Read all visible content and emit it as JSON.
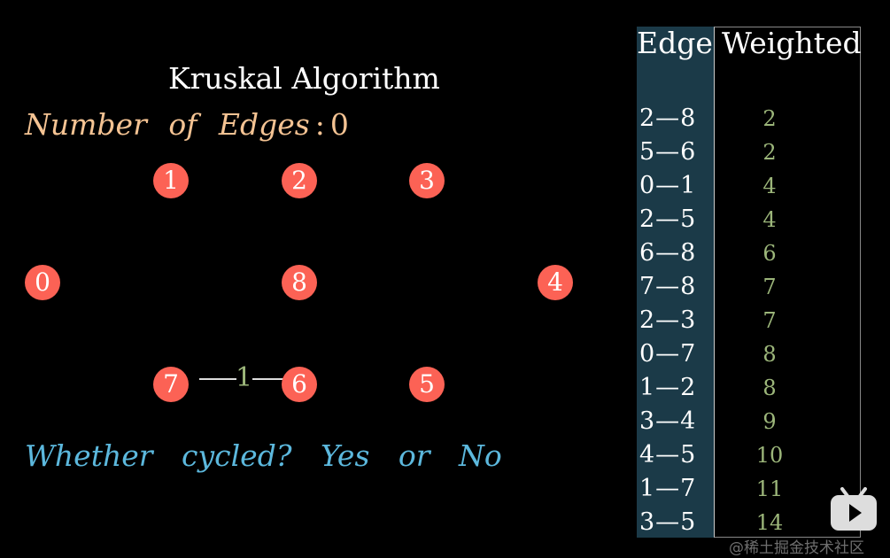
{
  "title": "Kruskal Algorithm",
  "edges_count": {
    "label": "Number of Edges",
    "value": "0"
  },
  "cycled": {
    "text": "Whether cycled? Yes or No"
  },
  "colors": {
    "node": "#fc6255",
    "weight": "#9cb67a",
    "edge_col_bg": "#1b3a48",
    "count_text": "#f4c393",
    "cycled_text": "#5cb8dd"
  },
  "nodes": [
    "0",
    "1",
    "2",
    "3",
    "4",
    "5",
    "6",
    "7",
    "8"
  ],
  "selected_edge": {
    "from": "7",
    "to": "6",
    "weight": "1"
  },
  "table": {
    "headers": [
      "Edge",
      "Weighted"
    ],
    "rows": [
      {
        "edge": "2—8",
        "w": "2"
      },
      {
        "edge": "5—6",
        "w": "2"
      },
      {
        "edge": "0—1",
        "w": "4"
      },
      {
        "edge": "2—5",
        "w": "4"
      },
      {
        "edge": "6—8",
        "w": "6"
      },
      {
        "edge": "7—8",
        "w": "7"
      },
      {
        "edge": "2—3",
        "w": "7"
      },
      {
        "edge": "0—7",
        "w": "8"
      },
      {
        "edge": "1—2",
        "w": "8"
      },
      {
        "edge": "3—4",
        "w": "9"
      },
      {
        "edge": "4—5",
        "w": "10"
      },
      {
        "edge": "1—7",
        "w": "11"
      },
      {
        "edge": "3—5",
        "w": "14"
      }
    ]
  },
  "watermark": "@稀土掘金技术社区",
  "icons": {
    "logo": "bilibili-tv-play-icon"
  }
}
